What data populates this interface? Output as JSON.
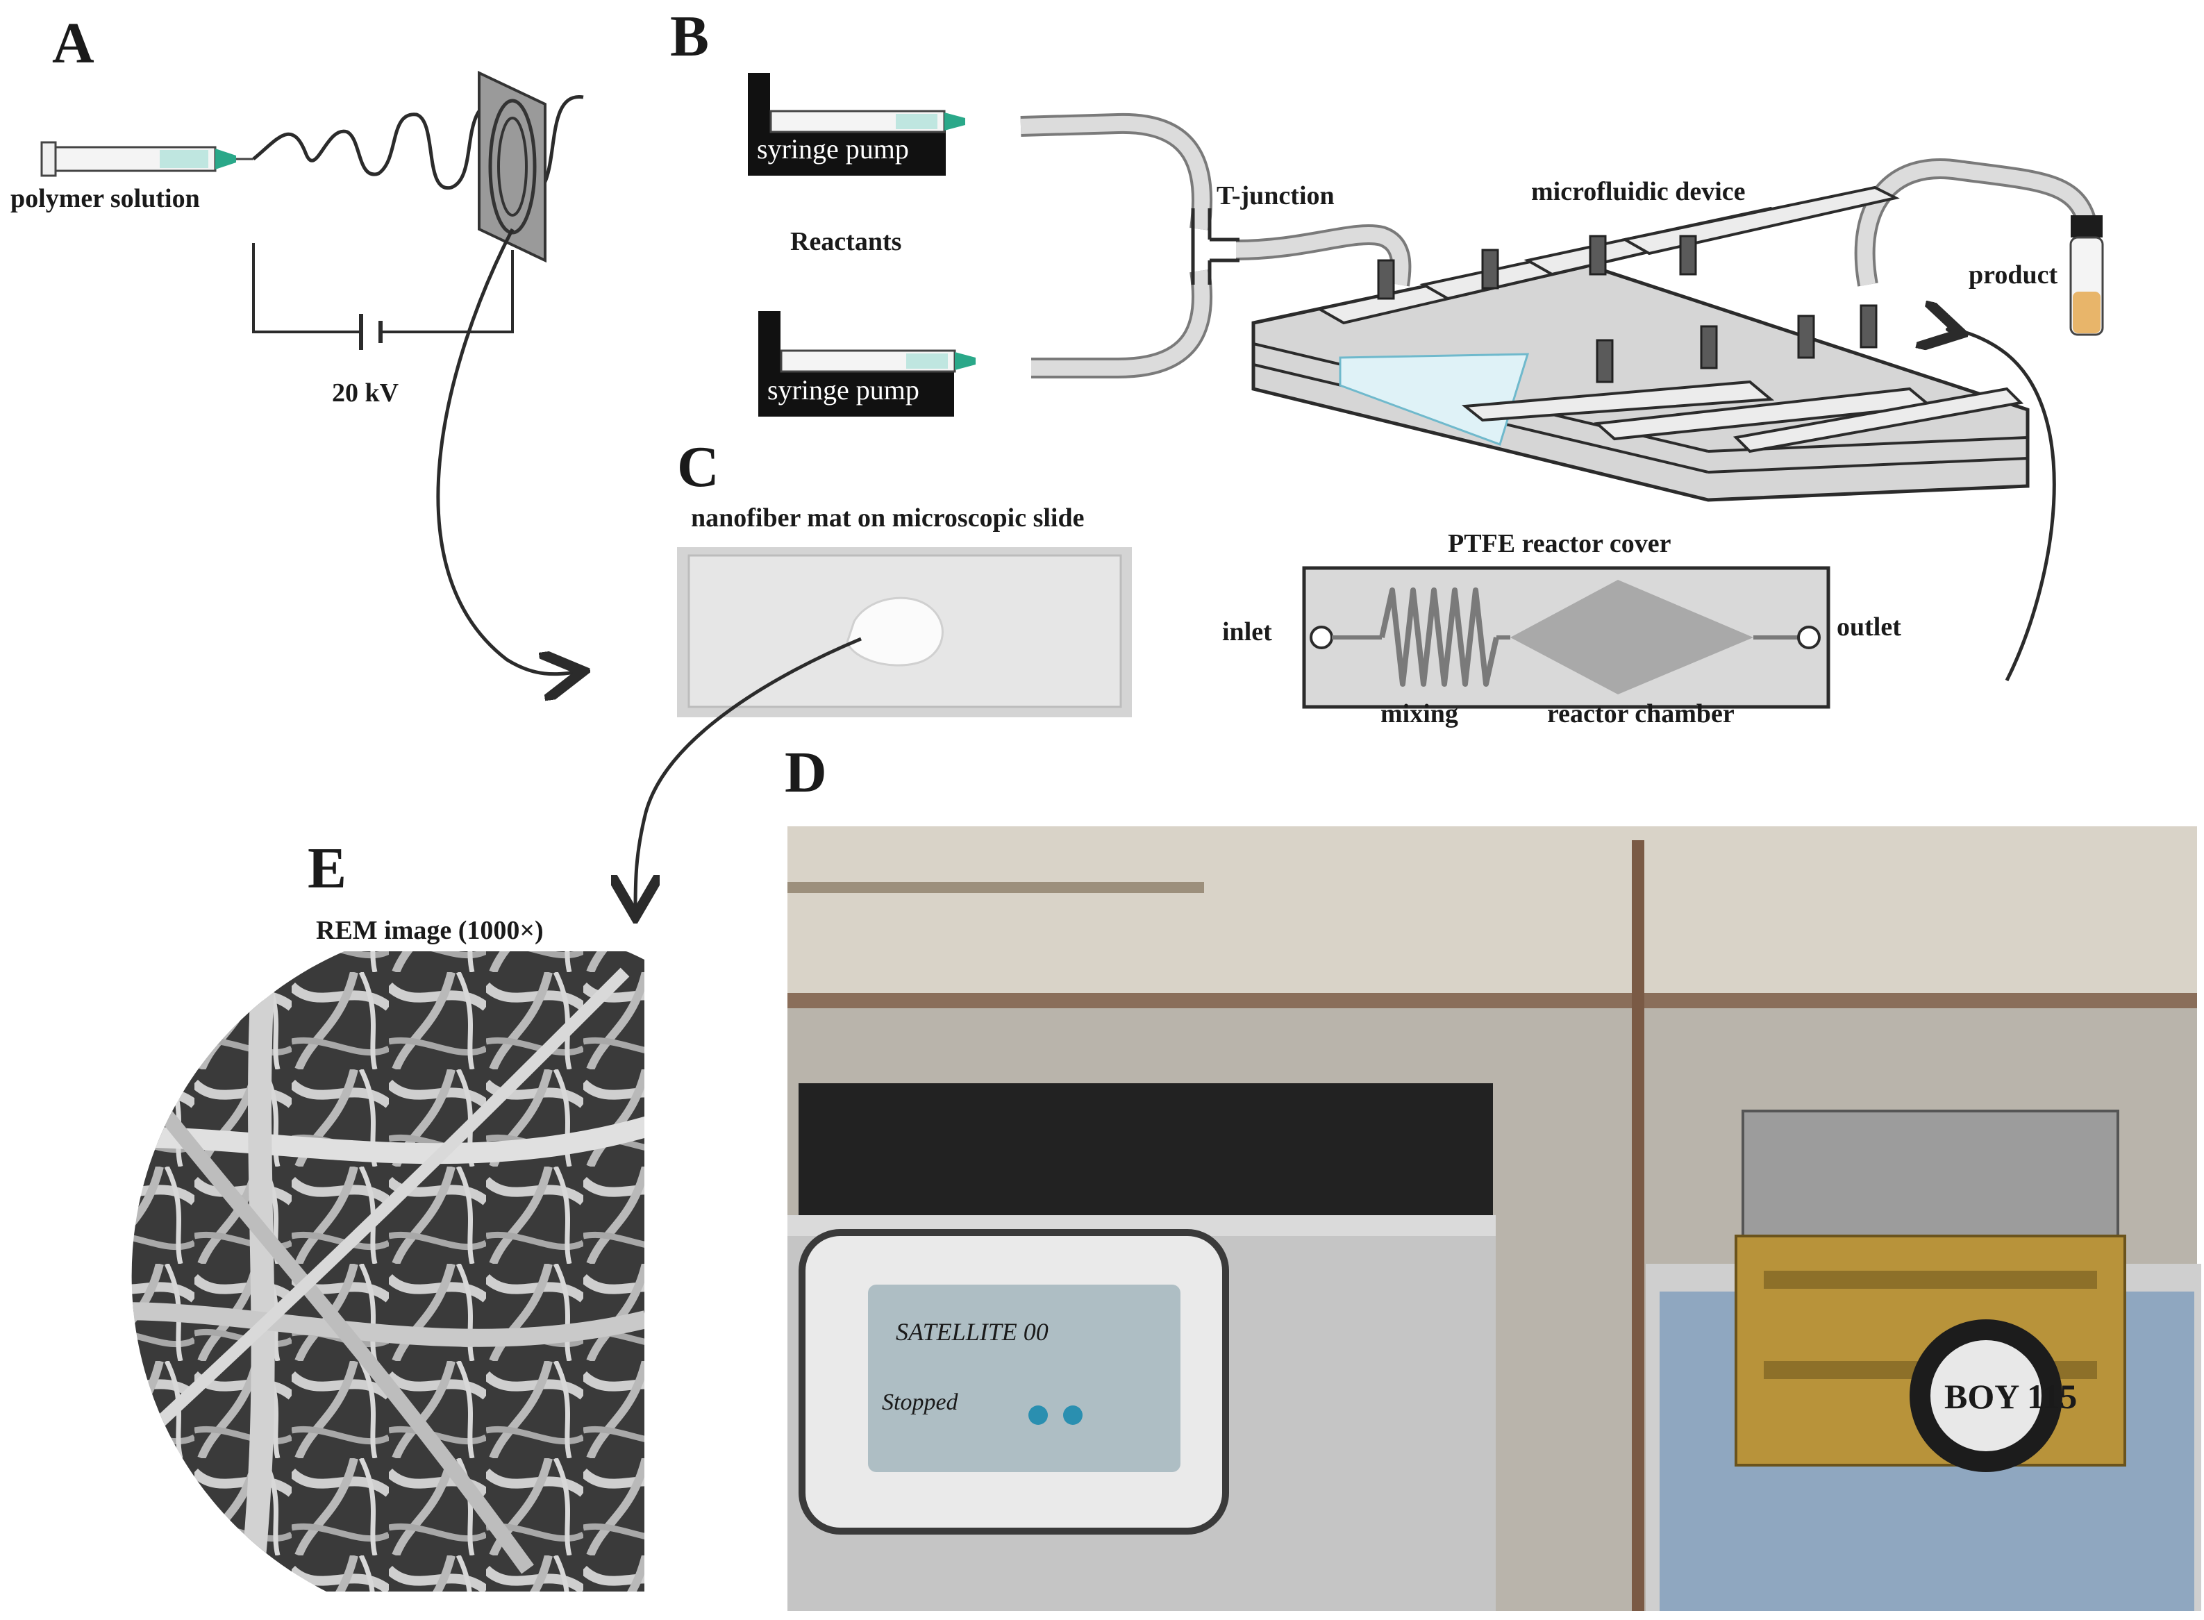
{
  "panels": {
    "a": {
      "letter": "A",
      "polymer_label": "polymer solution",
      "voltage_label": "20 kV"
    },
    "b": {
      "letter": "B",
      "pump_top_label": "syringe pump",
      "pump_bottom_label": "syringe pump",
      "reactants_label": "Reactants",
      "t_junction_label": "T-junction",
      "device_label": "microfluidic device",
      "product_label": "product",
      "cover_label": "PTFE reactor cover",
      "inlet_label": "inlet",
      "outlet_label": "outlet",
      "mixing_label": "mixing",
      "chamber_label": "reactor chamber"
    },
    "c": {
      "letter": "C",
      "slide_label": "nanofiber mat on microscopic slide"
    },
    "d": {
      "letter": "D",
      "screen_title": "SATELLITE 00",
      "screen_status": "Stopped",
      "box_label": "BOY 115"
    },
    "e": {
      "letter": "E",
      "sem_label": "REM image (1000×)"
    }
  },
  "colors": {
    "ink": "#2b2b2b",
    "tube": "#d9d9d9",
    "needle": "#2aa889",
    "product": "#e8b56a",
    "device": "#d6d6d6"
  }
}
